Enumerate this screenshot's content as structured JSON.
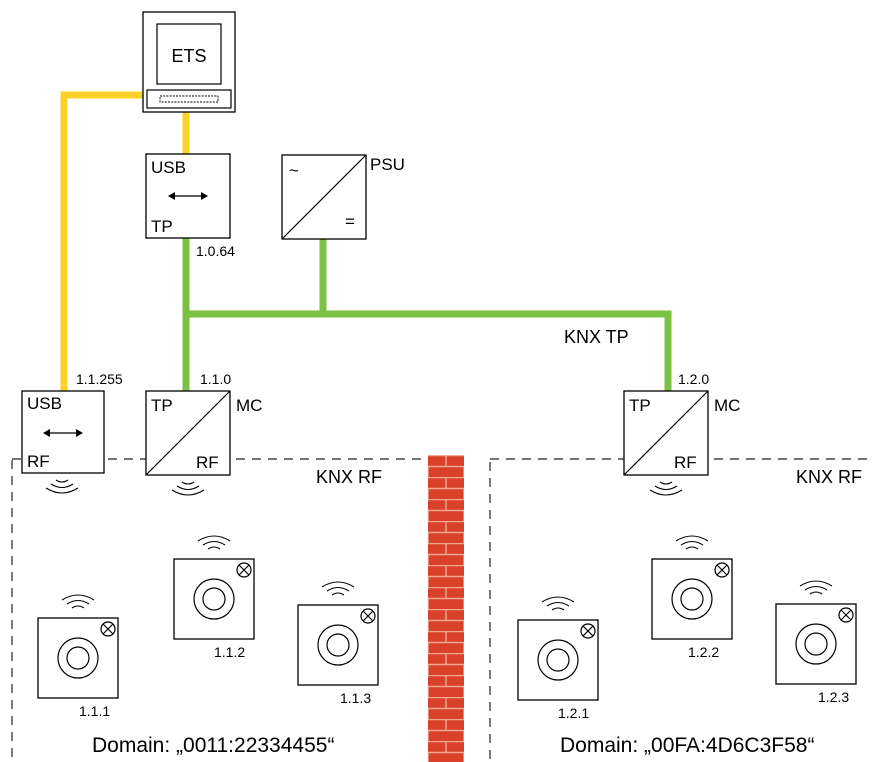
{
  "ets": {
    "label": "ETS"
  },
  "usb_tp": {
    "top": "USB",
    "bottom": "TP",
    "address": "1.0.64"
  },
  "psu": {
    "label": "PSU",
    "ac": "~",
    "dc": "="
  },
  "bus": {
    "label": "KNX TP"
  },
  "usb_rf": {
    "top": "USB",
    "bottom": "RF",
    "address": "1.1.255"
  },
  "coupler1": {
    "top": "TP",
    "bottom": "RF",
    "type": "MC",
    "address": "1.1.0"
  },
  "coupler2": {
    "top": "TP",
    "bottom": "RF",
    "type": "MC",
    "address": "1.2.0"
  },
  "rf_zone_left": {
    "label": "KNX RF",
    "domain": "Domain: „0011:22334455“"
  },
  "rf_zone_right": {
    "label": "KNX RF",
    "domain": "Domain: „00FA:4D6C3F58“"
  },
  "devices": [
    {
      "address": "1.1.1"
    },
    {
      "address": "1.1.2"
    },
    {
      "address": "1.1.3"
    },
    {
      "address": "1.2.1"
    },
    {
      "address": "1.2.2"
    },
    {
      "address": "1.2.3"
    }
  ],
  "colors": {
    "tp_bus": "#7bc143",
    "usb_link": "#fcd12a",
    "wall": "#d9412b"
  }
}
